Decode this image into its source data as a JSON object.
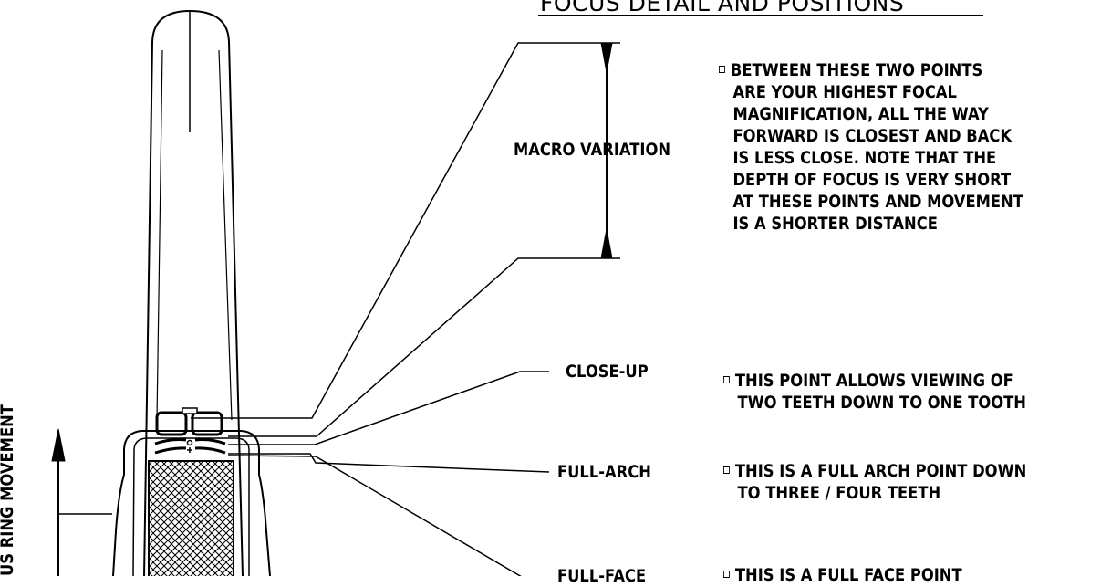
{
  "title": "FOCUS DETAIL AND POSITIONS",
  "labels": {
    "macro": "MACRO VARIATION",
    "closeup": "CLOSE-UP",
    "fullarch": "FULL-ARCH",
    "fullface": "FULL-FACE",
    "ring": "US RING MOVEMENT"
  },
  "notes": {
    "macro": [
      "BETWEEN THESE TWO POINTS",
      "ARE YOUR HIGHEST FOCAL",
      "MAGNIFICATION, ALL THE WAY",
      "FORWARD IS CLOSEST AND BACK",
      "IS LESS CLOSE.  NOTE THAT THE",
      "DEPTH OF FOCUS IS VERY SHORT",
      "AT THESE POINTS AND MOVEMENT",
      "IS A SHORTER DISTANCE"
    ],
    "closeup": [
      "THIS POINT ALLOWS VIEWING OF",
      "TWO TEETH DOWN TO ONE TOOTH"
    ],
    "fullarch": [
      "THIS IS A FULL ARCH POINT DOWN",
      "TO THREE / FOUR TEETH"
    ],
    "fullface": [
      "THIS IS A FULL FACE POINT"
    ]
  }
}
